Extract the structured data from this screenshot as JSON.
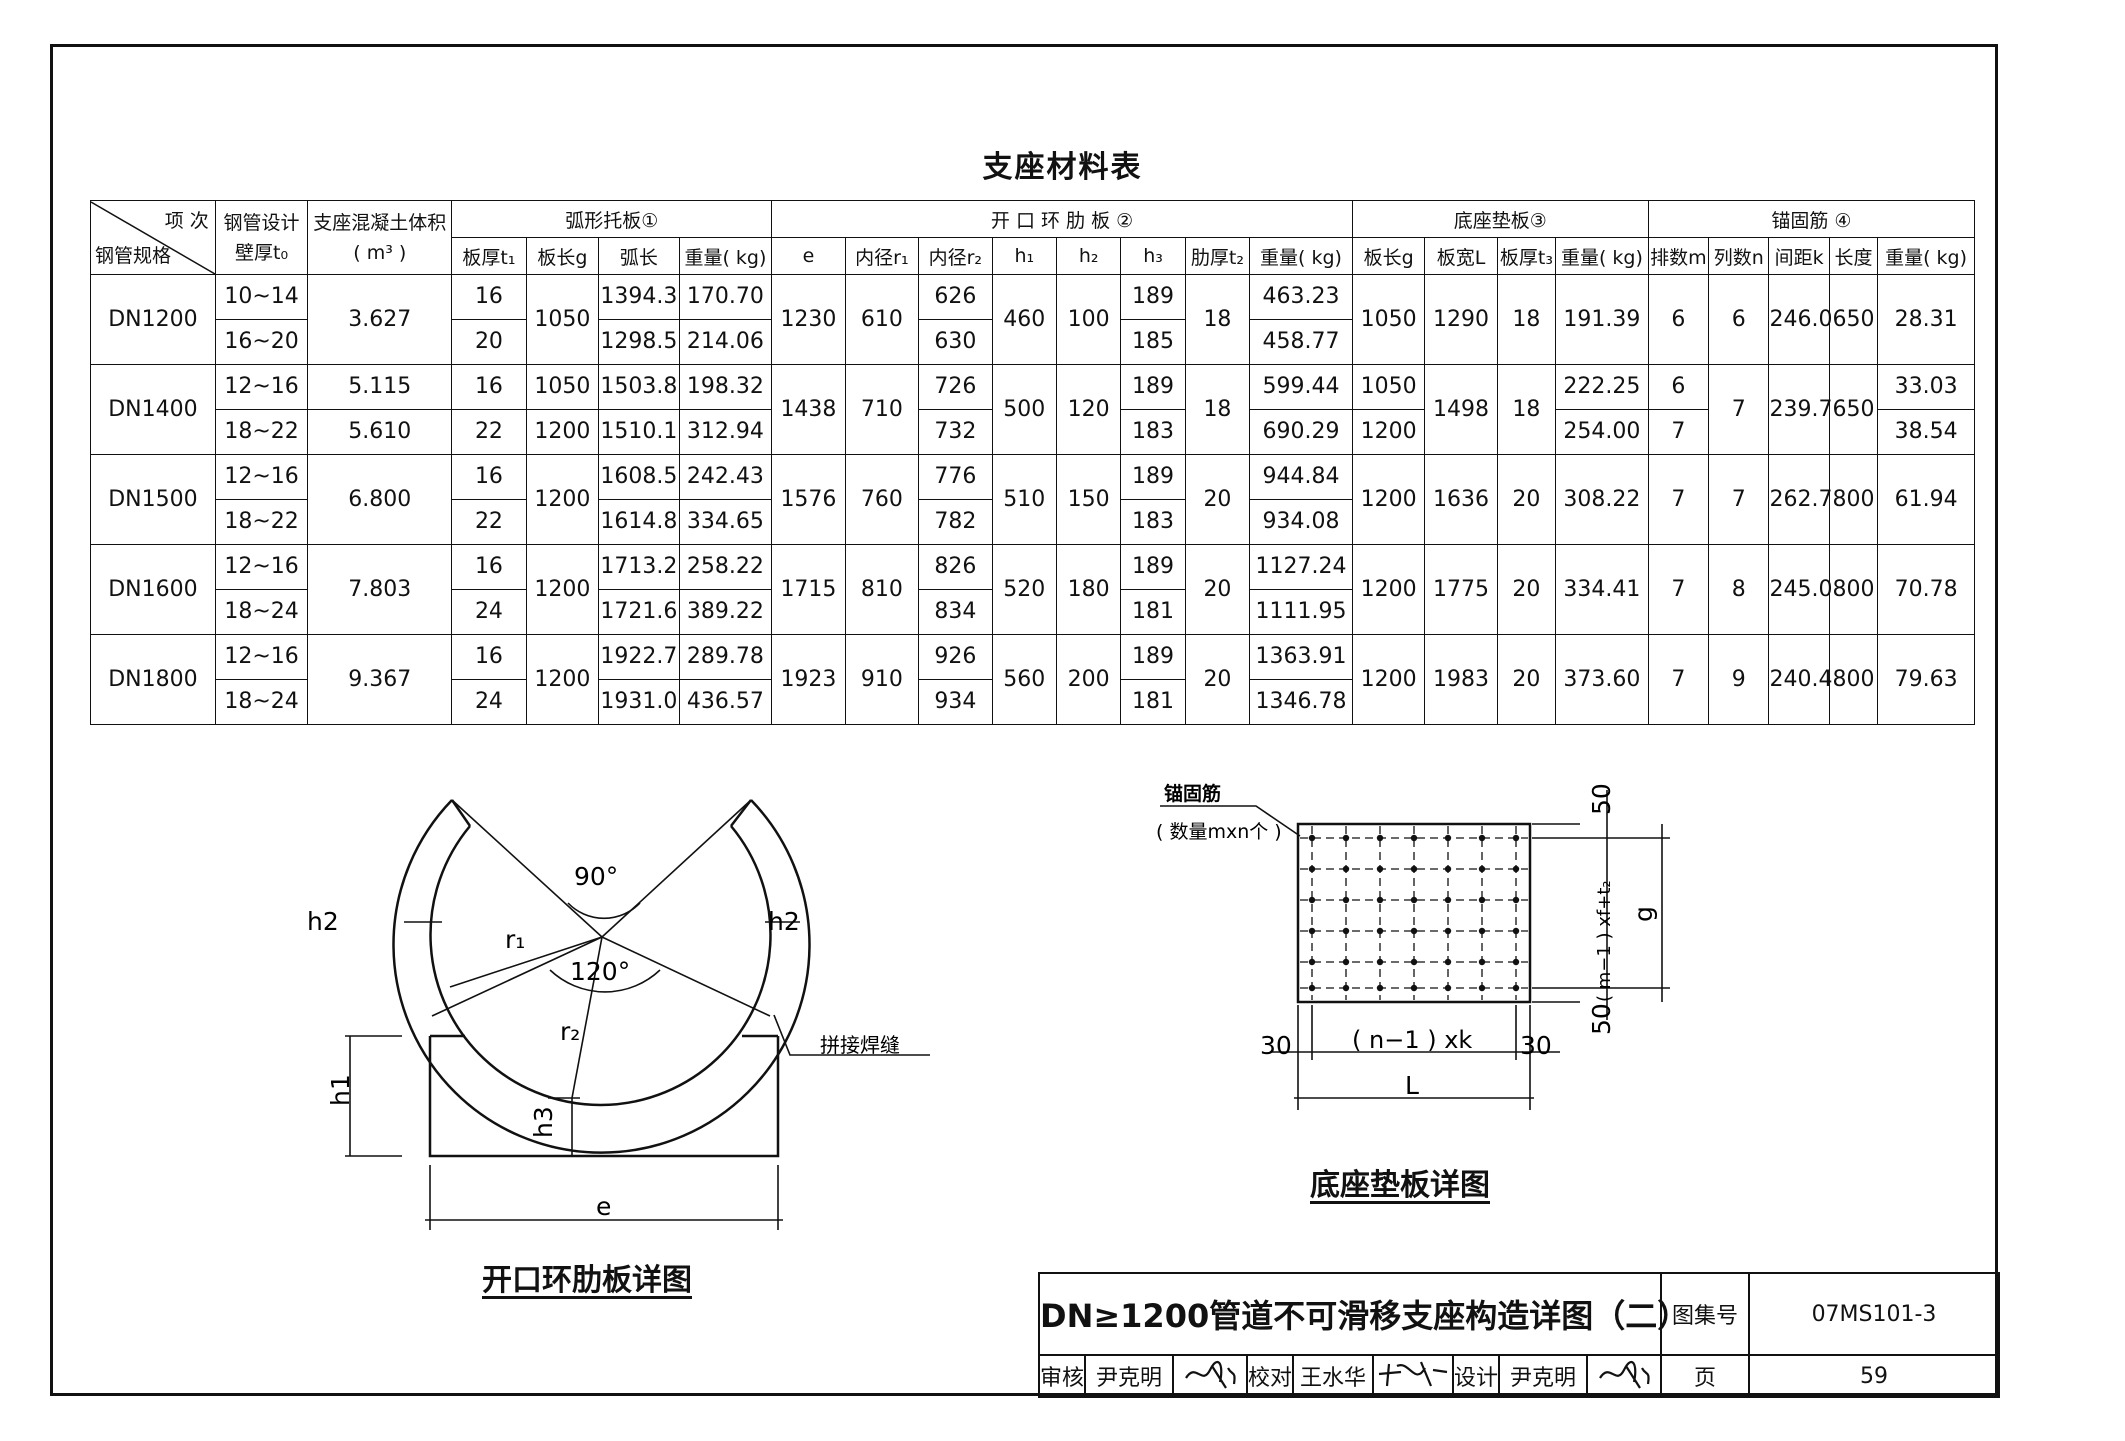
{
  "table_title": "支座材料表",
  "headers": {
    "corner_top": "项 次",
    "corner_bottom": "钢管规格",
    "wall_thickness": "钢管设计壁厚t₀",
    "concrete_volume": "支座混凝土体积",
    "concrete_unit": "( m³ )",
    "group_arc": "弧形托板①",
    "group_ring": "开 口 环 肋 板 ②",
    "group_base": "底座垫板③",
    "group_anchor": "锚固筋 ④",
    "sub": [
      "板厚t₁",
      "板长g",
      "弧长",
      "重量( kg)",
      "e",
      "内径r₁",
      "内径r₂",
      "h₁",
      "h₂",
      "h₃",
      "肋厚t₂",
      "重量( kg)",
      "板长g",
      "板宽L",
      "板厚t₃",
      "重量( kg)",
      "排数m",
      "列数n",
      "间距k",
      "长度",
      "重量( kg)"
    ]
  },
  "rows": [
    {
      "spec": "DN1200",
      "t0": [
        "10~14",
        "16~20"
      ],
      "vol": [
        "3.627"
      ],
      "t1": [
        "16",
        "20"
      ],
      "g1": [
        "1050"
      ],
      "arc": [
        "1394.3",
        "1298.5"
      ],
      "w1": [
        "170.70",
        "214.06"
      ],
      "e": "1230",
      "r1": "610",
      "r2": [
        "626",
        "630"
      ],
      "h1": "460",
      "h2": "100",
      "h3": [
        "189",
        "185"
      ],
      "t2": "18",
      "w2": [
        "463.23",
        "458.77"
      ],
      "g3": [
        "1050"
      ],
      "L": "1290",
      "t3": "18",
      "w3": [
        "191.39"
      ],
      "m": [
        "6"
      ],
      "n": "6",
      "k": "246.0",
      "len": "650",
      "w4": [
        "28.31"
      ]
    },
    {
      "spec": "DN1400",
      "t0": [
        "12~16",
        "18~22"
      ],
      "vol": [
        "5.115",
        "5.610"
      ],
      "t1": [
        "16",
        "22"
      ],
      "g1": [
        "1050",
        "1200"
      ],
      "arc": [
        "1503.8",
        "1510.1"
      ],
      "w1": [
        "198.32",
        "312.94"
      ],
      "e": "1438",
      "r1": "710",
      "r2": [
        "726",
        "732"
      ],
      "h1": "500",
      "h2": "120",
      "h3": [
        "189",
        "183"
      ],
      "t2": "18",
      "w2": [
        "599.44",
        "690.29"
      ],
      "g3": [
        "1050",
        "1200"
      ],
      "L": "1498",
      "t3": "18",
      "w3": [
        "222.25",
        "254.00"
      ],
      "m": [
        "6",
        "7"
      ],
      "n": "7",
      "k": "239.7",
      "len": "650",
      "w4": [
        "33.03",
        "38.54"
      ]
    },
    {
      "spec": "DN1500",
      "t0": [
        "12~16",
        "18~22"
      ],
      "vol": [
        "6.800"
      ],
      "t1": [
        "16",
        "22"
      ],
      "g1": [
        "1200"
      ],
      "arc": [
        "1608.5",
        "1614.8"
      ],
      "w1": [
        "242.43",
        "334.65"
      ],
      "e": "1576",
      "r1": "760",
      "r2": [
        "776",
        "782"
      ],
      "h1": "510",
      "h2": "150",
      "h3": [
        "189",
        "183"
      ],
      "t2": "20",
      "w2": [
        "944.84",
        "934.08"
      ],
      "g3": [
        "1200"
      ],
      "L": "1636",
      "t3": "20",
      "w3": [
        "308.22"
      ],
      "m": [
        "7"
      ],
      "n": "7",
      "k": "262.7",
      "len": "800",
      "w4": [
        "61.94"
      ]
    },
    {
      "spec": "DN1600",
      "t0": [
        "12~16",
        "18~24"
      ],
      "vol": [
        "7.803"
      ],
      "t1": [
        "16",
        "24"
      ],
      "g1": [
        "1200"
      ],
      "arc": [
        "1713.2",
        "1721.6"
      ],
      "w1": [
        "258.22",
        "389.22"
      ],
      "e": "1715",
      "r1": "810",
      "r2": [
        "826",
        "834"
      ],
      "h1": "520",
      "h2": "180",
      "h3": [
        "189",
        "181"
      ],
      "t2": "20",
      "w2": [
        "1127.24",
        "1111.95"
      ],
      "g3": [
        "1200"
      ],
      "L": "1775",
      "t3": "20",
      "w3": [
        "334.41"
      ],
      "m": [
        "7"
      ],
      "n": "8",
      "k": "245.0",
      "len": "800",
      "w4": [
        "70.78"
      ]
    },
    {
      "spec": "DN1800",
      "t0": [
        "12~16",
        "18~24"
      ],
      "vol": [
        "9.367"
      ],
      "t1": [
        "16",
        "24"
      ],
      "g1": [
        "1200"
      ],
      "arc": [
        "1922.7",
        "1931.0"
      ],
      "w1": [
        "289.78",
        "436.57"
      ],
      "e": "1923",
      "r1": "910",
      "r2": [
        "926",
        "934"
      ],
      "h1": "560",
      "h2": "200",
      "h3": [
        "189",
        "181"
      ],
      "t2": "20",
      "w2": [
        "1363.91",
        "1346.78"
      ],
      "g3": [
        "1200"
      ],
      "L": "1983",
      "t3": "20",
      "w3": [
        "373.60"
      ],
      "m": [
        "7"
      ],
      "n": "9",
      "k": "240.4",
      "len": "800",
      "w4": [
        "79.63"
      ]
    }
  ],
  "ring_drawing": {
    "title": "开口环肋板详图",
    "angle_top": "90°",
    "angle_bottom": "120°",
    "h2": "h2",
    "r1": "r₁",
    "r2": "r₂",
    "weld": "拼接焊缝",
    "h1": "h1",
    "h3": "h3",
    "e": "e"
  },
  "base_drawing": {
    "title": "底座垫板详图",
    "anchor_label": "锚固筋",
    "anchor_count": "( 数量mxn个 )",
    "dim_top": "50",
    "dim_bottom": "50",
    "dim_side": "( m−1 ) xf+t₂",
    "dim_g": "g",
    "dim_left": "30",
    "dim_right": "30",
    "dim_mid": "( n−1 ) xk",
    "dim_L": "L"
  },
  "title_block": {
    "title": "DN≥1200管道不可滑移支座构造详图（二）",
    "atlas_label": "图集号",
    "atlas_no": "07MS101-3",
    "review_label": "审核",
    "reviewer": "尹克明",
    "check_label": "校对",
    "checker": "王水华",
    "design_label": "设计",
    "designer": "尹克明",
    "page_label": "页",
    "page_no": "59"
  }
}
